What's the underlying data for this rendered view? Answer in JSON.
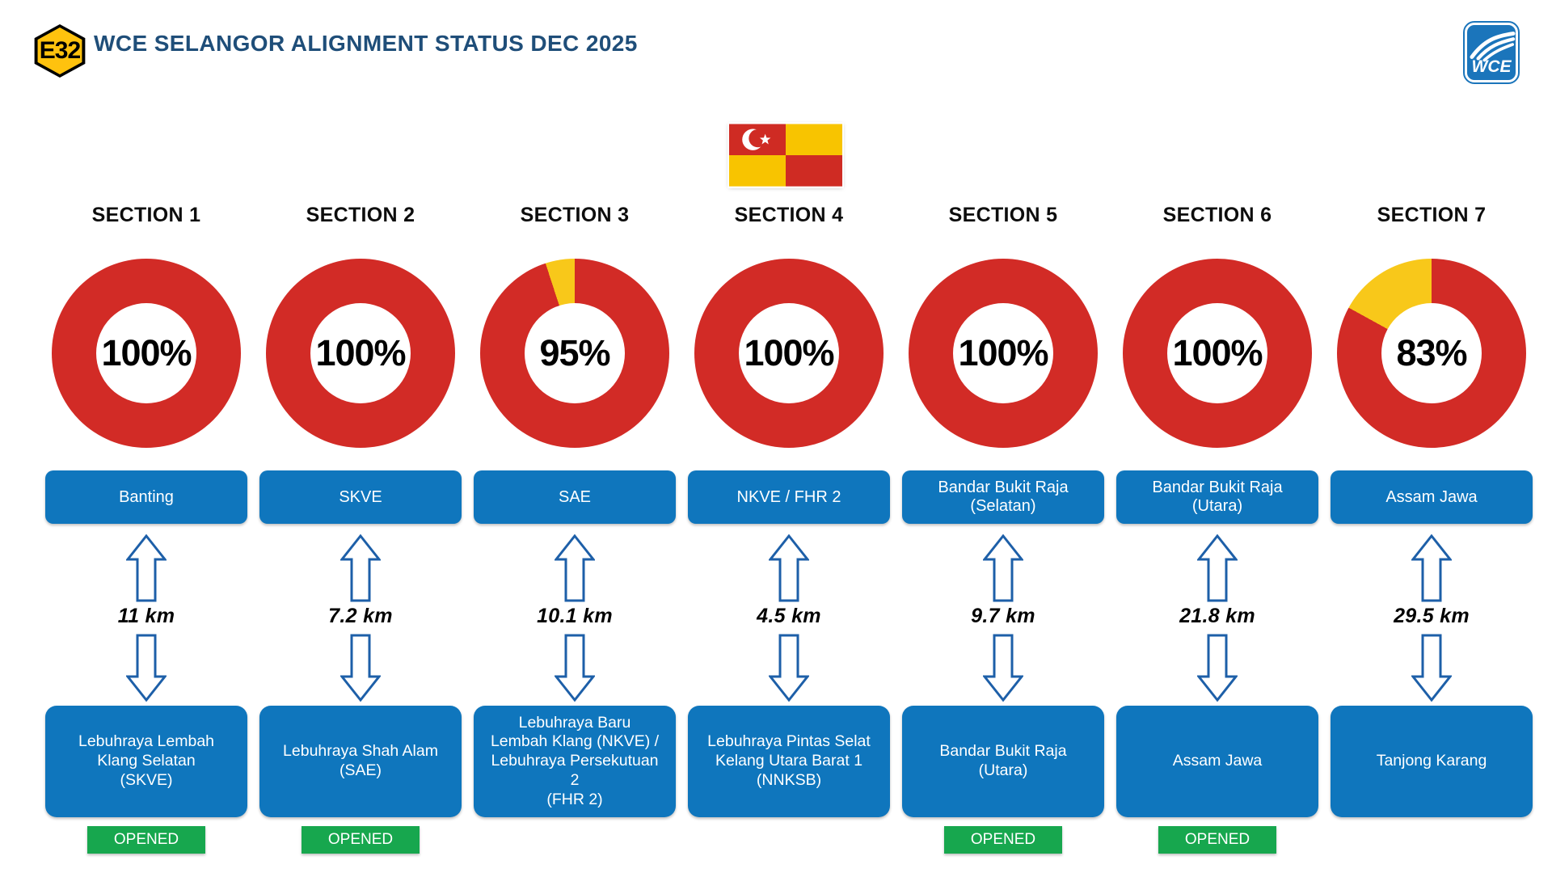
{
  "header": {
    "route_badge": "E32",
    "title": "WCE SELANGOR ALIGNMENT STATUS DEC 2025",
    "logo_text": "WCE"
  },
  "opened_label": "OPENED",
  "colors": {
    "donut_red": "#d22b26",
    "donut_yellow": "#f8c81a",
    "box_blue": "#0f76bd",
    "arrow_blue": "#1d5fa8",
    "title_navy": "#1f4e79",
    "opened_green": "#17a74e",
    "badge_yellow": "#ffc20e",
    "logo_blue": "#1b75bb",
    "flag_red": "#cf2b23",
    "flag_yellow": "#f8c400"
  },
  "sections": [
    {
      "title": "SECTION 1",
      "percent": 100,
      "from": "Banting",
      "distance": "11 km",
      "to": "Lebuhraya Lembah\nKlang Selatan\n(SKVE)",
      "opened": true
    },
    {
      "title": "SECTION 2",
      "percent": 100,
      "from": "SKVE",
      "distance": "7.2 km",
      "to": "Lebuhraya Shah Alam\n(SAE)",
      "opened": true
    },
    {
      "title": "SECTION 3",
      "percent": 95,
      "from": "SAE",
      "distance": "10.1 km",
      "to": "Lebuhraya Baru\nLembah Klang (NKVE) /\nLebuhraya Persekutuan\n2\n(FHR 2)",
      "opened": false
    },
    {
      "title": "SECTION 4",
      "percent": 100,
      "from": "NKVE / FHR 2",
      "distance": "4.5 km",
      "to": "Lebuhraya Pintas Selat\nKelang Utara Barat 1\n(NNKSB)",
      "opened": false
    },
    {
      "title": "SECTION 5",
      "percent": 100,
      "from": "Bandar Bukit Raja\n(Selatan)",
      "distance": "9.7 km",
      "to": "Bandar Bukit Raja\n(Utara)",
      "opened": true
    },
    {
      "title": "SECTION 6",
      "percent": 100,
      "from": "Bandar Bukit Raja\n(Utara)",
      "distance": "21.8 km",
      "to": "Assam Jawa",
      "opened": true
    },
    {
      "title": "SECTION 7",
      "percent": 83,
      "from": "Assam Jawa",
      "distance": "29.5 km",
      "to": "Tanjong Karang",
      "opened": false
    }
  ],
  "chart_data": {
    "type": "pie",
    "title": "WCE SELANGOR ALIGNMENT STATUS DEC 2025",
    "subtype": "donut",
    "units": "percent complete",
    "categories": [
      "SECTION 1",
      "SECTION 2",
      "SECTION 3",
      "SECTION 4",
      "SECTION 5",
      "SECTION 6",
      "SECTION 7"
    ],
    "values": [
      100,
      100,
      95,
      100,
      100,
      100,
      83
    ],
    "remaining": [
      0,
      0,
      5,
      0,
      0,
      0,
      17
    ],
    "distances_km": [
      11,
      7.2,
      10.1,
      4.5,
      9.7,
      21.8,
      29.5
    ],
    "links": [
      {
        "from": "Banting",
        "to": "Lebuhraya Lembah Klang Selatan (SKVE)",
        "distance_km": 11,
        "status": "OPENED"
      },
      {
        "from": "SKVE",
        "to": "Lebuhraya Shah Alam (SAE)",
        "distance_km": 7.2,
        "status": "OPENED"
      },
      {
        "from": "SAE",
        "to": "Lebuhraya Baru Lembah Klang (NKVE) / Lebuhraya Persekutuan 2 (FHR 2)",
        "distance_km": 10.1,
        "status": ""
      },
      {
        "from": "NKVE / FHR 2",
        "to": "Lebuhraya Pintas Selat Kelang Utara Barat 1 (NNKSB)",
        "distance_km": 4.5,
        "status": ""
      },
      {
        "from": "Bandar Bukit Raja (Selatan)",
        "to": "Bandar Bukit Raja (Utara)",
        "distance_km": 9.7,
        "status": "OPENED"
      },
      {
        "from": "Bandar Bukit Raja (Utara)",
        "to": "Assam Jawa",
        "distance_km": 21.8,
        "status": "OPENED"
      },
      {
        "from": "Assam Jawa",
        "to": "Tanjong Karang",
        "distance_km": 29.5,
        "status": ""
      }
    ],
    "colors": {
      "complete": "#d22b26",
      "remaining": "#f8c81a"
    },
    "legend": "none",
    "center_labels": [
      "100%",
      "100%",
      "95%",
      "100%",
      "100%",
      "100%",
      "83%"
    ]
  }
}
